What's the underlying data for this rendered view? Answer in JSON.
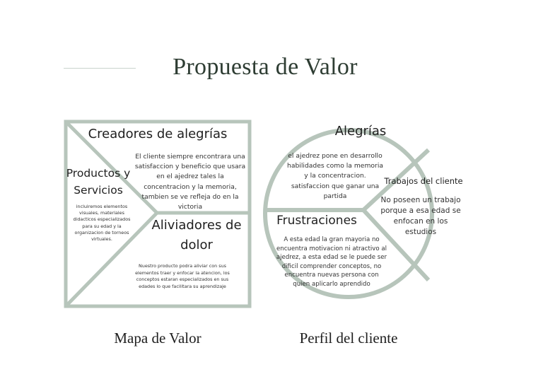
{
  "title": "Propuesta de Valor",
  "colors": {
    "frame": "#b7c5bb",
    "title": "#2e3d33",
    "background": "#ffffff"
  },
  "value_map": {
    "caption": "Mapa de Valor",
    "gain_creators": {
      "heading": "Creadores de alegrías",
      "text": "El cliente siempre encontrara una satisfaccion y beneficio que usara en el ajedrez tales la concentracion y la memoria, tambien se ve refleja do en la victoria"
    },
    "products": {
      "heading_line1": "Productos y",
      "heading_line2": "Servicios",
      "text": "incluiremos elementos visuales, materiales didacticos especializados para su edad y la organizacion de torneos virtuales."
    },
    "pain_relievers": {
      "heading_line1": "Aliviadores de",
      "heading_line2": "dolor",
      "text": "Nuestro producto podra aliviar con sus elementos traer y enfocar la atencion, los conceptos estaran especializados en sus edades lo que facilitara su aprendizaje"
    }
  },
  "customer_profile": {
    "caption": "Perfil del cliente",
    "gains": {
      "heading": "Alegrías",
      "text": "el ajedrez pone en desarrollo habilidades como la memoria y la concentracion. satisfaccion que ganar una partida"
    },
    "jobs": {
      "heading": "Trabajos del cliente",
      "text": "No poseen un trabajo porque  a esa edad se enfocan en los estudios"
    },
    "pains": {
      "heading": "Frustraciones",
      "text": "A esta edad la gran mayoria no encuentra motivacion ni atractivo al ajedrez, a esta edad se le puede ser dificil comprender conceptos, no encuentra nuevas persona con quien aplicarlo aprendido"
    }
  }
}
